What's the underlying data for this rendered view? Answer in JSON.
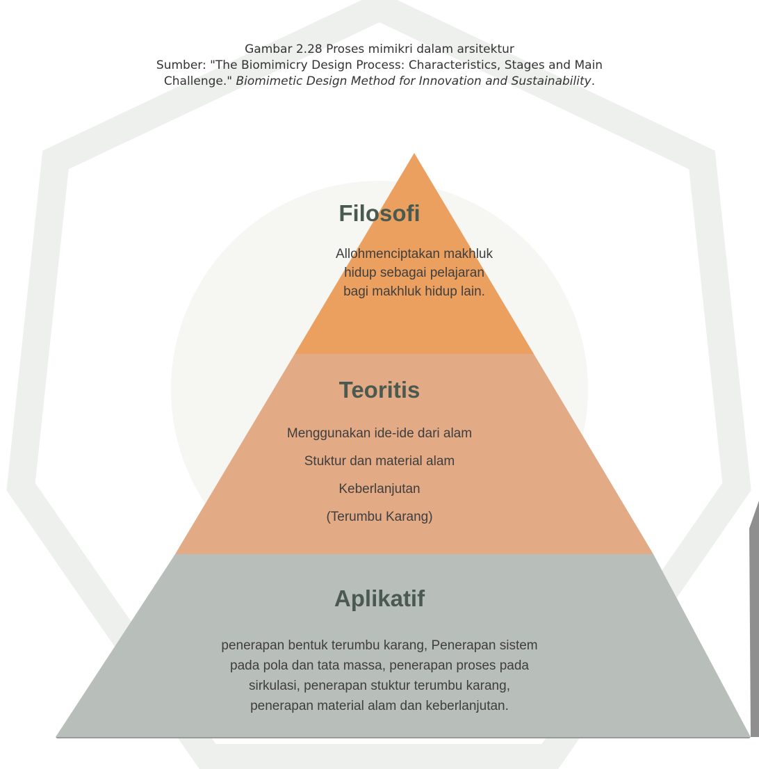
{
  "caption": {
    "title": "Gambar 2.28 Proses mimikri dalam arsitektur",
    "source_prefix": "Sumber: \"The Biomimicry Design Process: Characteristics, Stages and Main",
    "source_line2_plain": "Challenge.\" ",
    "source_line2_italic": "Biomimetic Design Method for Innovation and Sustainability",
    "source_line2_end": "."
  },
  "tiers": {
    "top": {
      "title": "Filosofi",
      "lines": [
        "Allohmenciptakan makhluk",
        "hidup sebagai pelajaran",
        "bagi makhluk hidup lain."
      ]
    },
    "middle": {
      "title": "Teoritis",
      "lines": [
        "Menggunakan ide-ide dari alam",
        "Stuktur dan material alam",
        "Keberlanjutan",
        "(Terumbu Karang)"
      ]
    },
    "bottom": {
      "title": "Aplikatif",
      "lines": [
        "penerapan bentuk terumbu karang, Penerapan sistem",
        "pada pola dan tata massa, penerapan proses pada",
        "sirkulasi, penerapan stuktur terumbu karang,",
        "penerapan material alam dan keberlanjutan."
      ]
    }
  },
  "colors": {
    "top": "#eba060",
    "middle": "#e3aa86",
    "bottom": "#b8bfba",
    "shadow": "#9a9a9a",
    "watermark": "#e9ece9"
  }
}
